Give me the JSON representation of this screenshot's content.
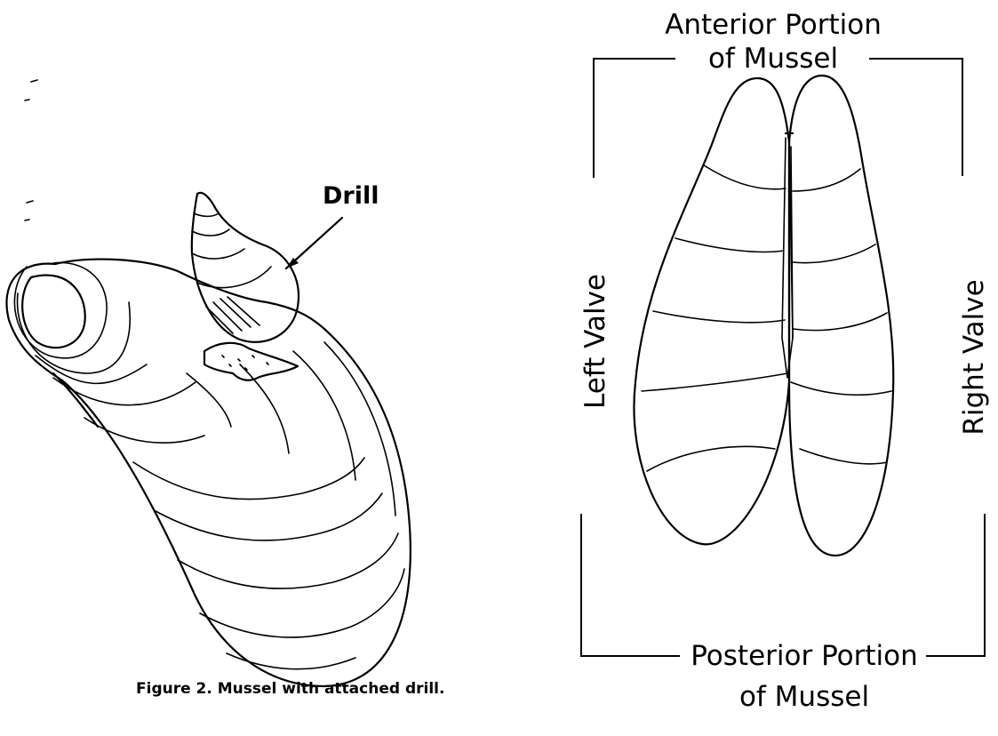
{
  "left_figure": {
    "drill_label": "Drill",
    "caption": "Figure 2. Mussel with attached drill."
  },
  "right_figure": {
    "anterior_line1": "Anterior Portion",
    "anterior_line2": "of Mussel",
    "left_valve": "Left Valve",
    "right_valve": "Right Valve",
    "posterior_line1": "Posterior Portion",
    "posterior_line2": "of Mussel"
  }
}
